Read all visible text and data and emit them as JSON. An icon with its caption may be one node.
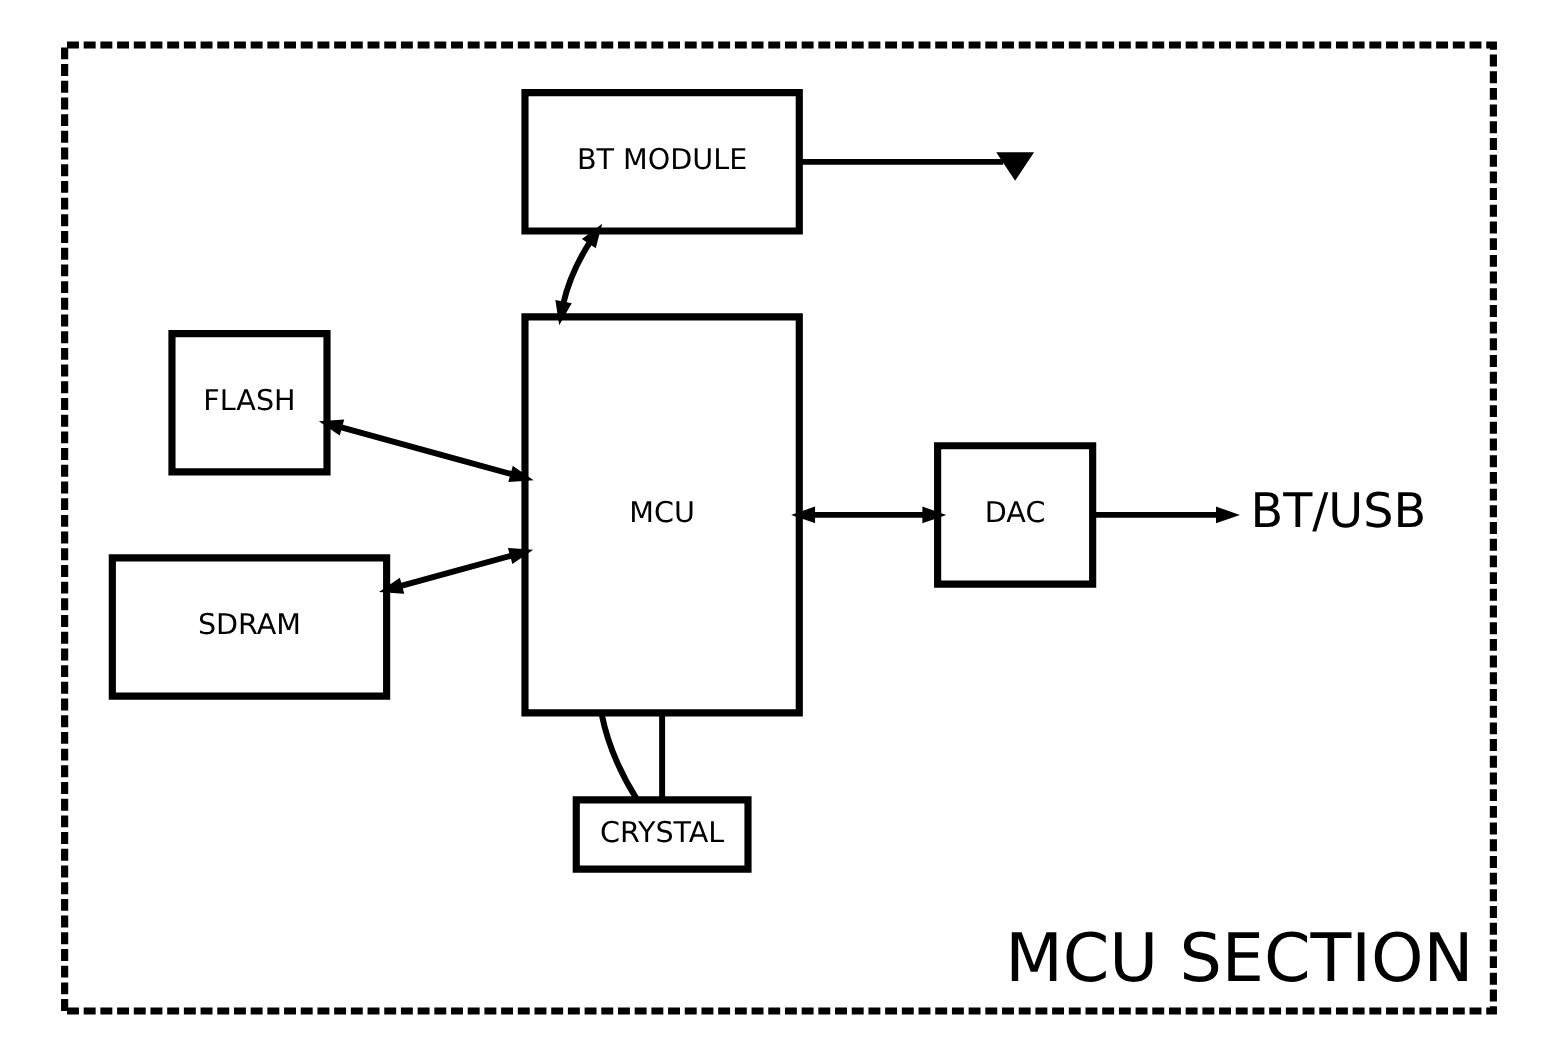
{
  "diagram": {
    "nodes": [
      {
        "text": [
          "MCU SECTION"
        ]
      },
      {
        "text": [
          "CRYSTAL"
        ],
        "in": 0
      },
      {
        "text": [
          "SDRAM"
        ],
        "in": 0
      },
      {
        "text": [
          "MCU"
        ],
        "in": 0
      },
      {
        "text": [
          "DAC"
        ],
        "in": 0
      },
      {
        "text": [
          "BT/USB"
        ],
        "in": 0
      },
      {
        "text": [
          "FLASH"
        ],
        "in": 0
      },
      {
        "text": [
          "BT MODULE"
        ],
        "in": 0
      },
      {
        "text": [],
        "shape": "antenna",
        "in": 0
      }
    ],
    "edges": [
      {
        "from": 1,
        "to": 3,
        "arrow": "none"
      },
      {
        "from": 1,
        "to": 3,
        "arrow": "none"
      },
      {
        "from": 2,
        "to": 3,
        "arrow": "both"
      },
      {
        "from": 6,
        "to": 3,
        "arrow": "both"
      },
      {
        "from": 3,
        "to": 4,
        "arrow": "both"
      },
      {
        "from": 4,
        "to": 5,
        "arrow": "to"
      },
      {
        "from": 3,
        "to": 7,
        "arrow": "both"
      },
      {
        "from": 7,
        "to": 8,
        "arrow": "none"
      }
    ]
  }
}
